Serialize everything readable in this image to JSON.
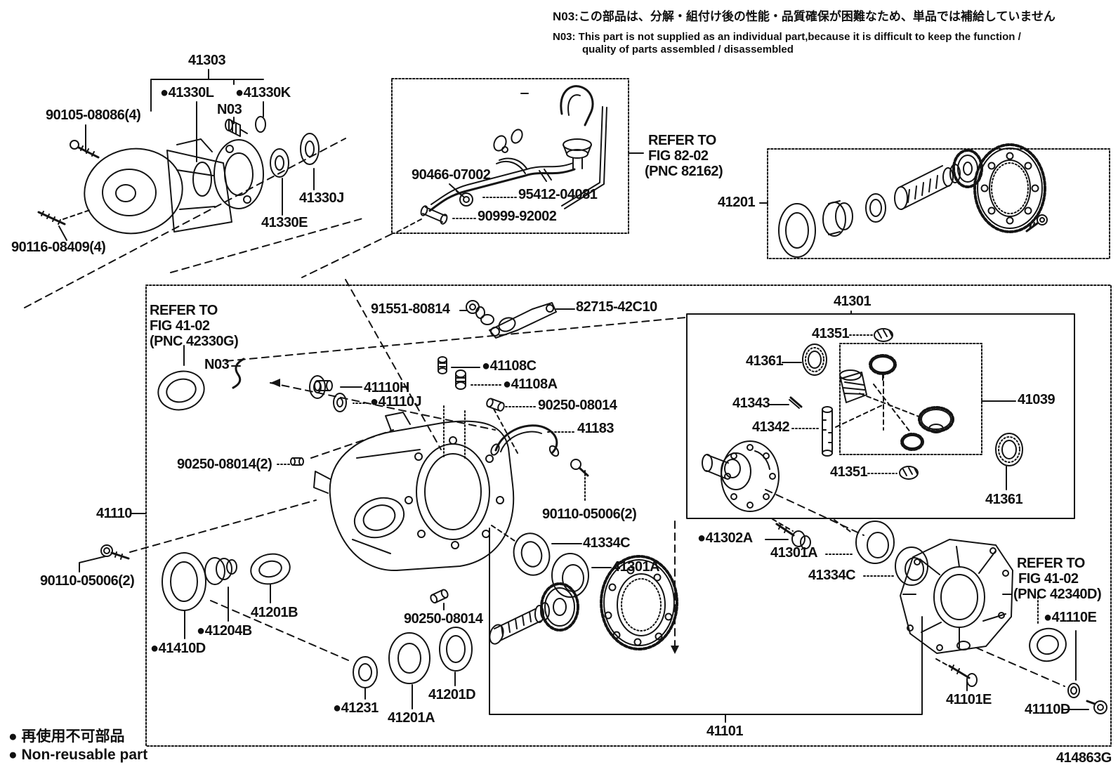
{
  "header_note": {
    "ja": "N03:この部品は、分解・組付け後の性能・品質確保が困難なため、単品では補給していません",
    "en1": "N03: This part is not supplied as an individual part,because it is difficult to keep the function /",
    "en2": "quality of parts assembled / disassembled"
  },
  "refer_notes": {
    "fig82": [
      "REFER TO",
      "FIG 82-02",
      "(PNC 82162)"
    ],
    "fig41_left": [
      "REFER TO",
      "FIG 41-02",
      "(PNC 42330G)"
    ],
    "fig41_right": [
      "REFER TO",
      "FIG 41-02",
      "(PNC 42340D)"
    ]
  },
  "labels": {
    "p41303": "41303",
    "p41330L": "●41330L",
    "p41330K": "●41330K",
    "n03_top": "N03",
    "p90105": "90105-08086(4)",
    "p90116": "90116-08409(4)",
    "p41330J": "41330J",
    "p41330E": "41330E",
    "p90466": "90466-07002",
    "p95412": "95412-04081",
    "p90999": "90999-92002",
    "p41201": "41201",
    "n03_mid": "N03",
    "p91551": "91551-80814",
    "p82715": "82715-42C10",
    "p41108C": "●41108C",
    "p41110H": "41110H",
    "p41108A": "●41108A",
    "p41110J": "●41110J",
    "p90250": "90250-08014",
    "p90250x2": "90250-08014(2)",
    "p41183": "41183",
    "p41110": "41110",
    "p90110c": "90110-05006(2)",
    "p90110l": "90110-05006(2)",
    "p41334C_c": "41334C",
    "p41301A_c": "41301A",
    "p41201B": "41201B",
    "p41204B": "●41204B",
    "p41410D": "●41410D",
    "p90250b": "90250-08014",
    "p41231": "●41231",
    "p41201A": "41201A",
    "p41201D": "41201D",
    "p41101": "41101",
    "p41302A": "●41302A",
    "p41301A_r": "41301A",
    "p41334C_r": "41334C",
    "p41301": "41301",
    "p41351a": "41351",
    "p41361a": "41361",
    "p41343": "41343",
    "p41342": "41342",
    "p41351b": "41351",
    "p41361b": "41361",
    "p41039": "41039",
    "p41110E": "●41110E",
    "p41101E": "41101E",
    "p41110D": "41110D"
  },
  "legend": {
    "non_reusable_ja": "● 再使用不可部品",
    "non_reusable_en": "● Non-reusable part"
  },
  "footer": {
    "drawing_code": "414863G"
  },
  "colors": {
    "ink": "#141414",
    "background": "#ffffff"
  }
}
